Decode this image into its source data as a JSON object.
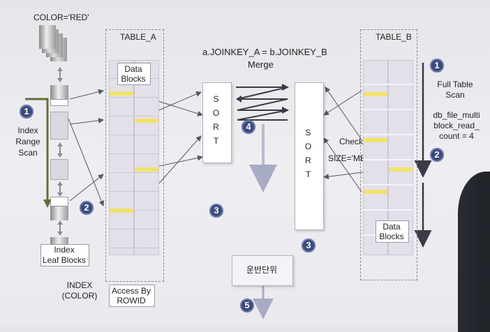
{
  "color_filter": "COLOR='RED'",
  "table_a": {
    "title": "TABLE_A",
    "data_blocks": [
      "Data",
      "Blocks"
    ],
    "access_by": [
      "Access By",
      "ROWID"
    ]
  },
  "table_b": {
    "title": "TABLE_B",
    "data_blocks": [
      "Data",
      "Blocks"
    ]
  },
  "join_condition": "a.JOINKEY_A = b.JOINKEY_B",
  "merge_label": "Merge",
  "sort_left": [
    "S",
    "O",
    "R",
    "T"
  ],
  "sort_right": [
    "S",
    "O",
    "R",
    "T"
  ],
  "index_range_scan": [
    "Index",
    "Range",
    "Scan"
  ],
  "index_leaf_blocks": [
    "Index",
    "Leaf Blocks"
  ],
  "index_label": [
    "INDEX",
    "(COLOR)"
  ],
  "full_table_scan": [
    "Full Table",
    "Scan"
  ],
  "db_file_multiblock": [
    "db_file_multi",
    "block_read_",
    "count = 4"
  ],
  "check_label": "Check",
  "size_filter": "SIZE='MED'",
  "transport_unit": "운반단위",
  "badges": {
    "b1_left": "1",
    "b2_left": "2",
    "b3_left": "3",
    "b4": "4",
    "b1_right": "1",
    "b2_right": "2",
    "b3_right": "3",
    "b5": "5"
  },
  "colors": {
    "badge": "#3b4a7a",
    "highlight": "#f2e16b",
    "arrow": "#555566",
    "index_scan_arrow": "#6b6a3a"
  }
}
